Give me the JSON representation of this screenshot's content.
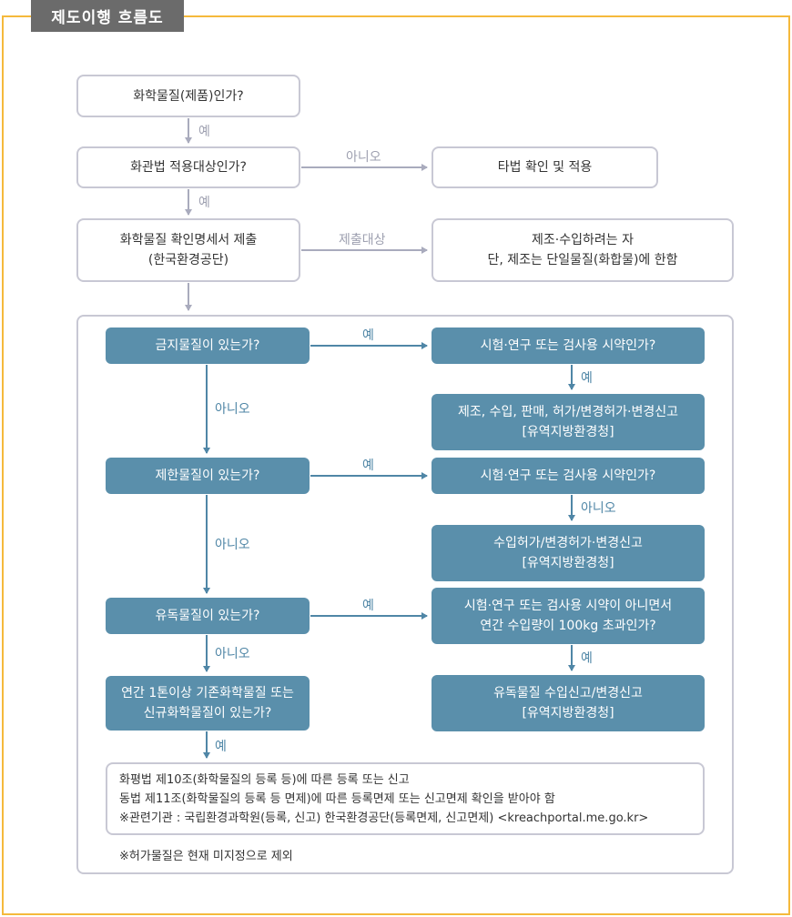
{
  "title": "제도이행 흐름도",
  "top_flow": {
    "q1": "화학물질(제품)인가?",
    "q1_yes": "예",
    "q2": "화관법 적용대상인가?",
    "q2_no_label": "아니오",
    "q2_no_target": "타법 확인 및 적용",
    "q2_yes": "예",
    "q3_line1": "화학물질 확인명세서 제출",
    "q3_line2": "(한국환경공단)",
    "q3_side_label": "제출대상",
    "q3_side_line1": "제조·수입하려는 자",
    "q3_side_line2": "단, 제조는 단일물질(화합물)에 한함"
  },
  "inner_flow": {
    "banned": {
      "question": "금지물질이 있는가?",
      "yes": "예",
      "check": "시험·연구 또는 검사용 시약인가?",
      "check_yes": "예",
      "result_line1": "제조, 수입, 판매, 허가/변경허가·변경신고",
      "result_line2": "[유역지방환경청]",
      "no": "아니오"
    },
    "restricted": {
      "question": "제한물질이 있는가?",
      "yes": "예",
      "check": "시험·연구 또는 검사용 시약인가?",
      "check_no": "아니오",
      "result_line1": "수입허가/변경허가·변경신고",
      "result_line2": "[유역지방환경청]",
      "no": "아니오"
    },
    "toxic": {
      "question": "유독물질이 있는가?",
      "yes": "예",
      "check_line1": "시험·연구 또는 검사용 시약이 아니면서",
      "check_line2": "연간 수입량이 100kg 초과인가?",
      "check_yes": "예",
      "result_line1": "유독물질 수입신고/변경신고",
      "result_line2": "[유역지방환경청]",
      "no": "아니오"
    },
    "annual": {
      "question_line1": "연간 1톤이상  기존화학물질 또는",
      "question_line2": "신규화학물질이 있는가?",
      "yes": "예"
    },
    "final_note": {
      "line1": "화평법 제10조(화학물질의 등록 등)에 따른 등록 또는 신고",
      "line2": "동법 제11조(화학물질의 등록 등 면제)에 따른 등록면제 또는 신고면제 확인을 받아야 함",
      "line3": "※관련기관 : 국립환경과학원(등록, 신고) 한국환경공단(등록면제, 신고면제) <kreachportal.me.go.kr>"
    },
    "footnote": "※허가물질은 현재 미지정으로 제외"
  },
  "colors": {
    "frame": "#f5b93c",
    "title_tab": "#6b6b6b",
    "blue_box": "#5a8fab",
    "white_box_border": "#c8c8d4",
    "grey_arrow": "#a9abbd",
    "blue_arrow": "#4f86a6"
  }
}
